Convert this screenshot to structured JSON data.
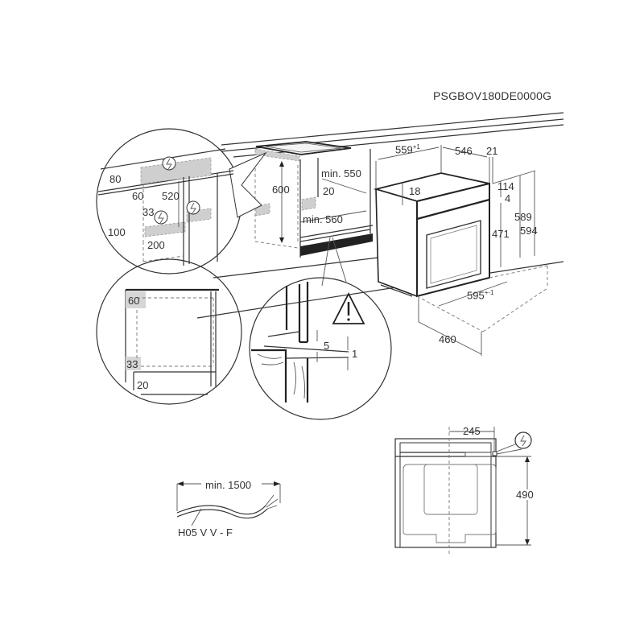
{
  "model": "PSGBOV180DE0000G",
  "colors": {
    "line": "#333333",
    "shade": "#cfcfcf",
    "background": "#ffffff"
  },
  "detail_top_left": {
    "dims": {
      "d80": "80",
      "d60": "60",
      "d520": "520",
      "d33": "33",
      "d100": "100",
      "d200": "200"
    },
    "icons": [
      "electrical-connection-icon",
      "electrical-connection-icon",
      "electrical-connection-icon"
    ]
  },
  "cabinet": {
    "dims": {
      "d600": "600",
      "min550": "min. 550",
      "d20": "20",
      "min560": "min. 560"
    }
  },
  "oven_iso": {
    "dims": {
      "d559": "559",
      "d559_tol": "+1",
      "d546": "546",
      "d21": "21",
      "d18": "18",
      "d114": "114",
      "d4": "4",
      "d471": "471",
      "d589": "589",
      "d594": "594",
      "d595": "595",
      "d595_tol": "+-1",
      "d460": "460"
    }
  },
  "detail_side": {
    "dims": {
      "d60": "60",
      "d33": "33",
      "d20": "20"
    }
  },
  "detail_gap": {
    "dims": {
      "d5": "5",
      "d1": "1"
    },
    "icons": [
      "warning-triangle-icon"
    ]
  },
  "front_view": {
    "dims": {
      "d245": "245",
      "d490": "490"
    },
    "icons": [
      "electrical-connection-icon"
    ]
  },
  "cable": {
    "length": "min. 1500",
    "type": "H05 V V - F"
  }
}
